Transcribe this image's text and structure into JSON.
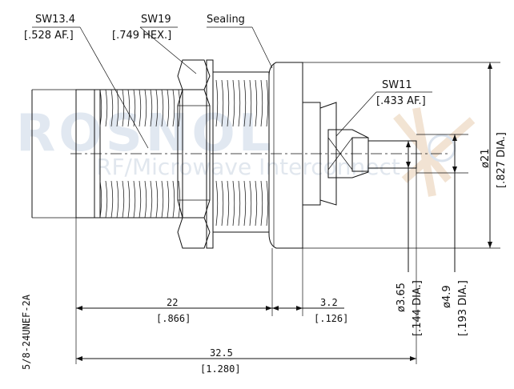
{
  "labels": {
    "sw134": "SW13.4",
    "sw134_af": "[.528 AF.]",
    "sw19": "SW19",
    "sw19_hex": "[.749 HEX.]",
    "sealing": "Sealing",
    "sw11": "SW11",
    "sw11_af": "[.433 AF.]",
    "d21": "ø21",
    "d21_in": "[.827 DIA.]",
    "d365": "ø3.65",
    "d365_in": "[.144 DIA.]",
    "d49": "ø4.9",
    "d49_in": "[.193 DIA.]",
    "len22": "22",
    "len22_in": "[.866]",
    "len32": "3.2",
    "len32_in": "[.126]",
    "len325": "32.5",
    "len325_in": "[1.280]",
    "thread": "5/8-24UNEF-2A"
  },
  "watermark": {
    "brand": "ROSNOL",
    "tagline": "RF/Microwave Interconnect"
  },
  "colors": {
    "line": "#111111",
    "watermark": "#c9d6e6"
  }
}
